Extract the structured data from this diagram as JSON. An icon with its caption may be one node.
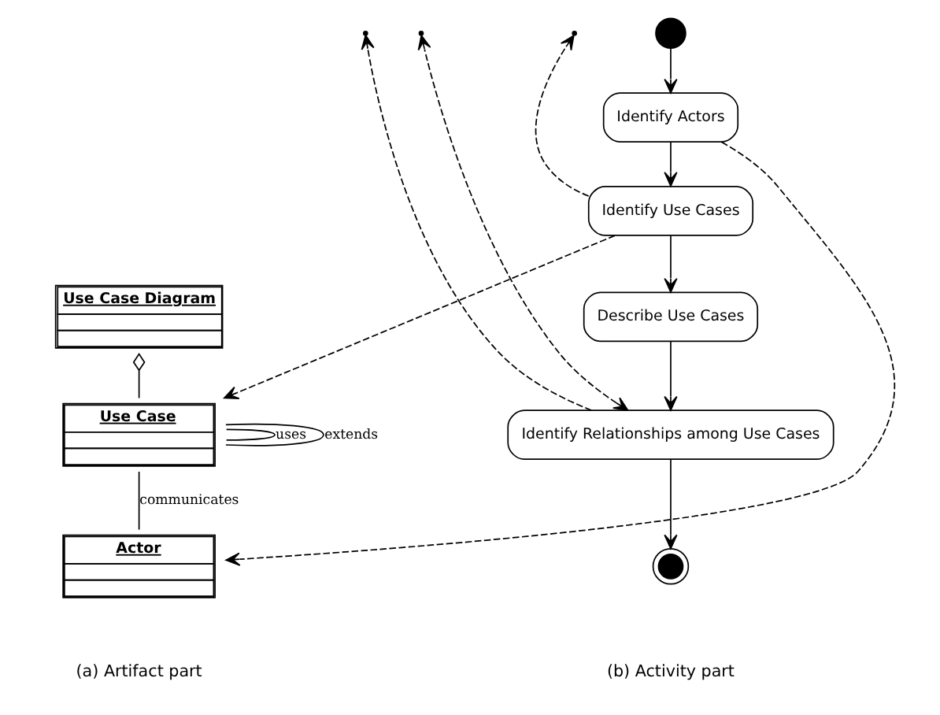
{
  "diagram": {
    "nodes": [
      {
        "text": [
          "Use Case Diagram"
        ]
      },
      {
        "text": [
          "Use Case"
        ]
      },
      {
        "text": [
          "Actor"
        ]
      },
      {
        "text": [],
        "shape": "circle"
      },
      {
        "text": [
          "Identify Actors"
        ]
      },
      {
        "text": [
          "Identify Use Cases"
        ]
      },
      {
        "text": [
          "Describe Use Cases"
        ]
      },
      {
        "text": [
          "Identify Relationships among Use Cases"
        ]
      },
      {
        "text": [],
        "shape": "circle"
      }
    ],
    "edges": [
      {
        "from": 0,
        "to": 1,
        "arrow": "other"
      },
      {
        "from": 1,
        "to": 1,
        "arrow": "none",
        "label": "uses"
      },
      {
        "from": 1,
        "to": 1,
        "arrow": "none",
        "label": "extends"
      },
      {
        "from": 1,
        "to": 2,
        "arrow": "none",
        "label": "communicates"
      },
      {
        "from": 3,
        "to": 4,
        "arrow": "to"
      },
      {
        "from": 4,
        "to": 5,
        "arrow": "to"
      },
      {
        "from": 5,
        "to": 6,
        "arrow": "to"
      },
      {
        "from": 6,
        "to": 7,
        "arrow": "to"
      },
      {
        "from": 7,
        "to": 8,
        "arrow": "to"
      },
      {
        "from": 4,
        "to": 2,
        "arrow": "to",
        "style": "dashed"
      },
      {
        "from": 5,
        "to": 1,
        "arrow": "to",
        "style": "dashed"
      },
      {
        "from": 5,
        "to": null,
        "arrow": "to",
        "style": "dashed"
      },
      {
        "from": 7,
        "to": null,
        "arrow": "to",
        "style": "dashed"
      },
      {
        "from": 7,
        "to": null,
        "arrow": "both",
        "style": "dashed"
      }
    ],
    "labels": [
      "(a) Artifact part",
      "(b) Activity part"
    ]
  }
}
